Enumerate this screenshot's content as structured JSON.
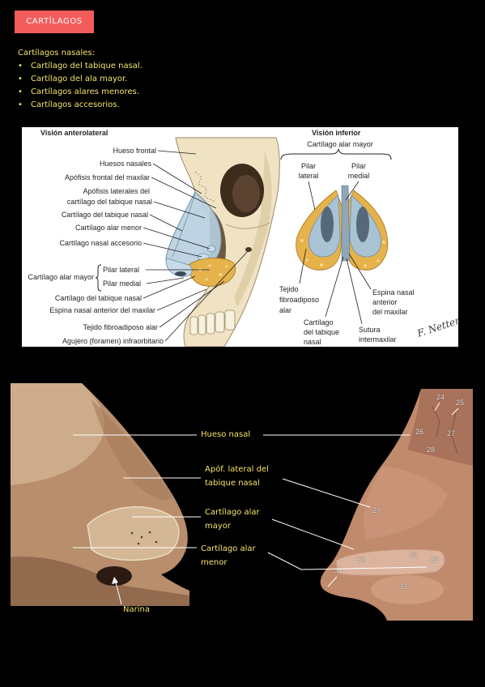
{
  "colors": {
    "page_background": "#000000",
    "tag_background": "#f25c5c",
    "tag_text": "#ffffff",
    "notes_text": "#f3e46a",
    "leader_lines": "#ffffff",
    "cartilage": "#b7cfe0",
    "fibroadipose": "#e6b24c"
  },
  "tag": {
    "label": "CARTÍLAGOS"
  },
  "notes": {
    "heading": "Cartílagos nasales:",
    "bullet": "•",
    "items": [
      "Cartílago del tabique nasal.",
      "Cartílago del ala mayor.",
      "Cartílagos alares menores.",
      "Cartílagos accesorios."
    ]
  },
  "illustration": {
    "anterolateral": {
      "title": "Visión anterolateral",
      "labels": {
        "hueso_frontal": "Hueso frontal",
        "huesos_nasales": "Huesos nasales",
        "apofisis_frontal": "Apófisis frontal del maxilar",
        "apofisis_laterales_1": "Apófisis laterales del",
        "apofisis_laterales_2": "cartílago del tabique nasal",
        "tabique_nasal": "Cartílago del tabique nasal",
        "alar_menor": "Cartílago alar menor",
        "nasal_accesorio": "Cartílago nasal accesorio",
        "alar_mayor": "Cartílago alar mayor",
        "pilar_lateral": "Pilar lateral",
        "pilar_medial": "Pilar medial",
        "tabique_nasal_2": "Cartílago del tabique nasal",
        "espina_nasal": "Espina nasal anterior del maxilar",
        "tejido": "Tejido fibroadiposo alar",
        "agujero": "Agujero (foramen) infraorbitario"
      }
    },
    "inferior": {
      "title": "Visión inferior",
      "alar_mayor": "Cartílago alar mayor",
      "pilar_lateral": [
        "Pilar",
        "lateral"
      ],
      "pilar_medial": [
        "Pilar",
        "medial"
      ],
      "tejido": [
        "Tejido",
        "fibroadiposo",
        "alar"
      ],
      "tabique": [
        "Cartílago",
        "del tabique",
        "nasal"
      ],
      "sutura": [
        "Sutura",
        "intermaxilar"
      ],
      "espina": [
        "Espina nasal",
        "anterior",
        "del maxilar"
      ]
    },
    "signature": "F. Netter"
  },
  "photos": {
    "labels": {
      "hueso_nasal": "Hueso nasal",
      "apof_lateral": [
        "Apóf. lateral del",
        "tabique nasal"
      ],
      "alar_mayor": [
        "Cartílago alar",
        "mayor"
      ],
      "alar_menor": [
        "Cartílago alar",
        "menor"
      ],
      "narina": "Narina"
    },
    "numbers": [
      "24",
      "25",
      "26",
      "27",
      "28",
      "29",
      "30",
      "31",
      "32",
      "32",
      "33"
    ]
  }
}
